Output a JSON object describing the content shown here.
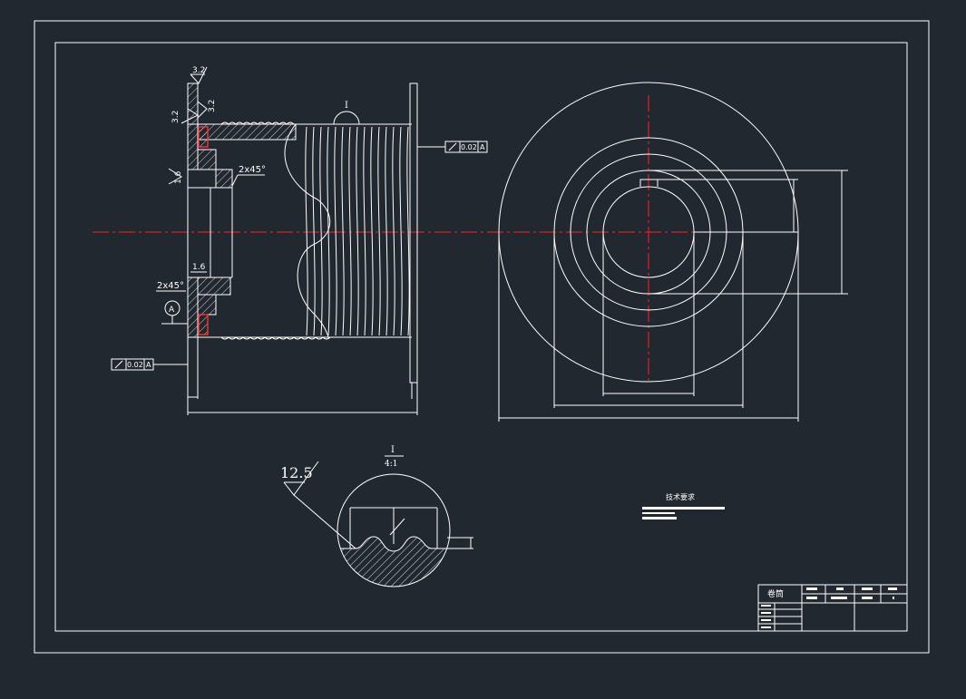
{
  "colors": {
    "background": "#212830",
    "line": "#ffffff",
    "centerline": "#ff2020",
    "insert": "#ff3030",
    "bar": "#ffffff"
  },
  "annotations": {
    "roughness_top": "3.2",
    "roughness_top_side": "3.2",
    "roughness_left": "3.2",
    "roughness_bore": "1.6",
    "roughness_bore2": "1.6",
    "chamfer_top": "2x45°",
    "chamfer_bottom": "2x45°",
    "detail_marker": "I",
    "runout_tol": "0.02",
    "datum": "A",
    "datum_symbol": "A",
    "detail_big_roughness": "12.5",
    "detail_title_num": "I",
    "detail_title_scale": "4:1"
  },
  "notes": {
    "title": "技术要求"
  },
  "title_block": {
    "name": "卷筒"
  }
}
